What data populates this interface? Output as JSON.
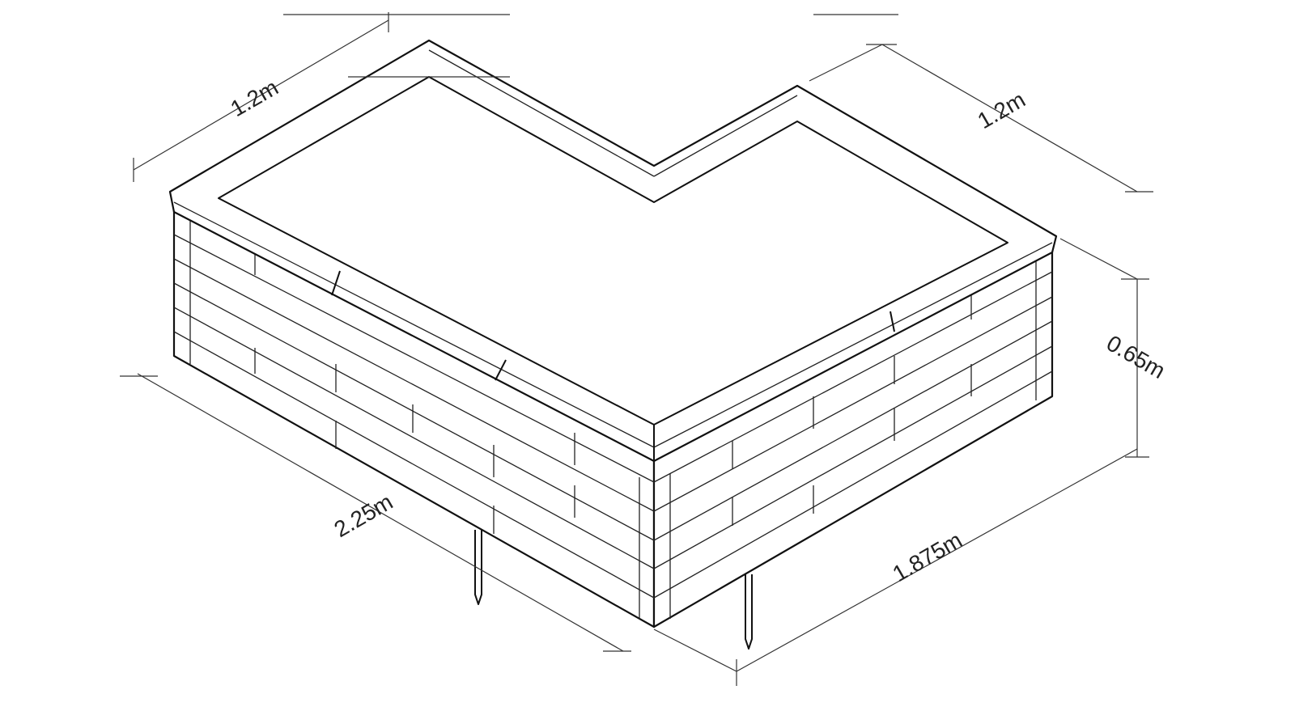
{
  "title": "L-shaped raised garden bed dimensions",
  "dimensions": {
    "left_back_width": "1.2m",
    "right_back_width": "1.2m",
    "height": "0.65m",
    "left_length": "2.25m",
    "right_length": "1.875m"
  },
  "colors": {
    "line": "#111111",
    "background": "#ffffff"
  }
}
